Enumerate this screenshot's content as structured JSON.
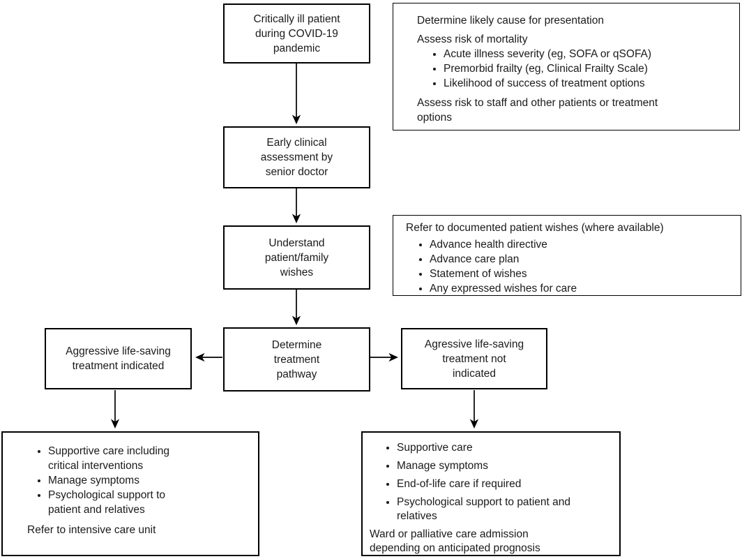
{
  "page": {
    "background_color": "#ffffff",
    "line_color": "#000000",
    "text_color": "#1a1a1a"
  },
  "flowchart": {
    "nodes": {
      "start": "Critically ill patient\nduring COVID-19\npandemic",
      "assessment": "Early clinical\nassessment by\nsenior doctor",
      "wishes": "Understand\npatient/family\nwishes",
      "pathway": "Determine\ntreatment\npathway",
      "aggressive_indicated": "Aggressive life-saving\ntreatment indicated",
      "aggressive_not_indicated": "Agressive life-saving\ntreatment not\nindicated"
    },
    "info_boxes": {
      "cause_assessment": {
        "line_1": "Determine likely cause for presentation",
        "line_2": "Assess risk of mortality",
        "bullets": [
          "Acute illness severity (eg, SOFA or qSOFA)",
          "Premorbid frailty (eg, Clinical Frailty Scale)",
          "Likelihood of success of treatment options"
        ],
        "line_3": "Assess risk to staff and other patients or treatment\noptions"
      },
      "documented_wishes": {
        "line_1": "Refer to documented patient wishes (where available)",
        "bullets": [
          "Advance health directive",
          "Advance care plan",
          "Statement of wishes",
          "Any expressed wishes for care"
        ]
      }
    },
    "outcome_boxes": {
      "intensive_care": {
        "bullets": [
          "Supportive care including\ncritical interventions",
          "Manage symptoms",
          "Psychological support to\npatient and relatives"
        ],
        "footer": "Refer to intensive care unit"
      },
      "ward_palliative": {
        "bullets": [
          "Supportive care",
          "Manage symptoms",
          "End-of-life care if required",
          "Psychological support to patient and\nrelatives"
        ],
        "footer": "Ward or palliative care admission\ndepending on anticipated prognosis"
      }
    }
  }
}
